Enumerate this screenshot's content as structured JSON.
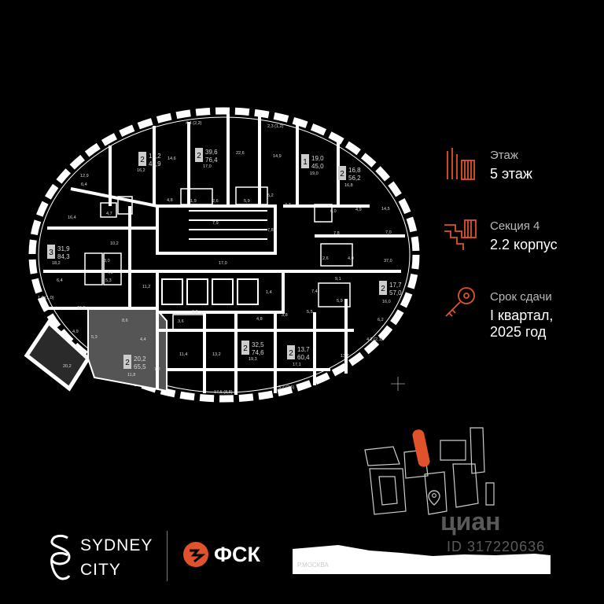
{
  "floor_info": {
    "floor": {
      "label": "Этаж",
      "value": "5 этаж",
      "icon": "building-floors-icon"
    },
    "section": {
      "label": "Секция 4",
      "value": "2.2 корпус",
      "icon": "stairs-section-icon"
    },
    "deadline": {
      "label": "Срок сдачи",
      "value": "I квартал,\n2025 год",
      "icon": "key-icon"
    }
  },
  "accent_color": "#e0522b",
  "apartments": [
    {
      "rooms": "2",
      "living": "16,2",
      "total": "46,9"
    },
    {
      "rooms": "2",
      "living": "39,6",
      "total": "76,4"
    },
    {
      "rooms": "1",
      "living": "19,0",
      "total": "45,0"
    },
    {
      "rooms": "2",
      "living": "16,8",
      "total": "56,2"
    },
    {
      "rooms": "3",
      "living": "31,9",
      "total": "84,3"
    },
    {
      "rooms": "2",
      "living": "17,7",
      "total": "57,0"
    },
    {
      "rooms": "2",
      "living": "20,2",
      "total": "65,5"
    },
    {
      "rooms": "2",
      "living": "32,5",
      "total": "74,6"
    },
    {
      "rooms": "2",
      "living": "13,7",
      "total": "60,4"
    }
  ],
  "room_areas": [
    "4,4 (2,2)",
    "2,3 (1,2)",
    "12,9",
    "16,2",
    "14,6",
    "17,0",
    "22,6",
    "14,9",
    "19,0",
    "16,8",
    "6,4",
    "16,4",
    "4,7",
    "4,8",
    "1,9",
    "2,6",
    "5,9",
    "5,2",
    "4,7",
    "6,0",
    "4,9",
    "14,5",
    "7,9",
    "7,8",
    "10,2",
    "3,0",
    "4,0",
    "18,2",
    "5,3",
    "6,4",
    "17,0",
    "7,8",
    "7,0",
    "2,6",
    "4,0",
    "37,0",
    "9,1",
    "11,2",
    "1,4",
    "7,4",
    "5,9",
    "15,5",
    "1,9 (1,0)",
    "16,0",
    "8,6",
    "9,9",
    "3,6",
    "4,8",
    "3,8",
    "5,5",
    "6,2",
    "4,9",
    "5,3",
    "4,4",
    "11,4",
    "13,2",
    "19,3",
    "17,1",
    "13,7",
    "4,2 (2,1)",
    "20,2",
    "11,8",
    "7,2",
    "17,6 (8,8)",
    "5,2 (2,6)"
  ],
  "brand": {
    "sydney_line1": "SYDNEY",
    "sydney_line2": "CITY",
    "fsk": "ФСК"
  },
  "map": {
    "river_label": "Р.МОСКВА"
  },
  "watermark": {
    "main": "циан",
    "id": "ID 317220636"
  }
}
